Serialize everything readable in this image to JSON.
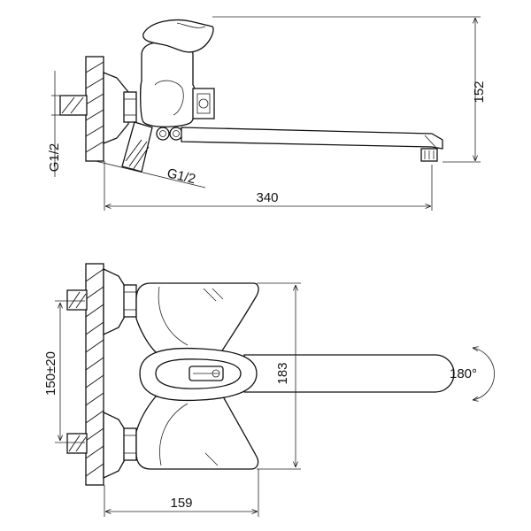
{
  "dimensions": {
    "top_height": "152",
    "top_length": "340",
    "thread_wall": "G1/2",
    "thread_pipe": "G1/2",
    "front_spacing": "150±20",
    "front_height": "183",
    "front_depth": "159",
    "swivel_angle": "180°"
  }
}
